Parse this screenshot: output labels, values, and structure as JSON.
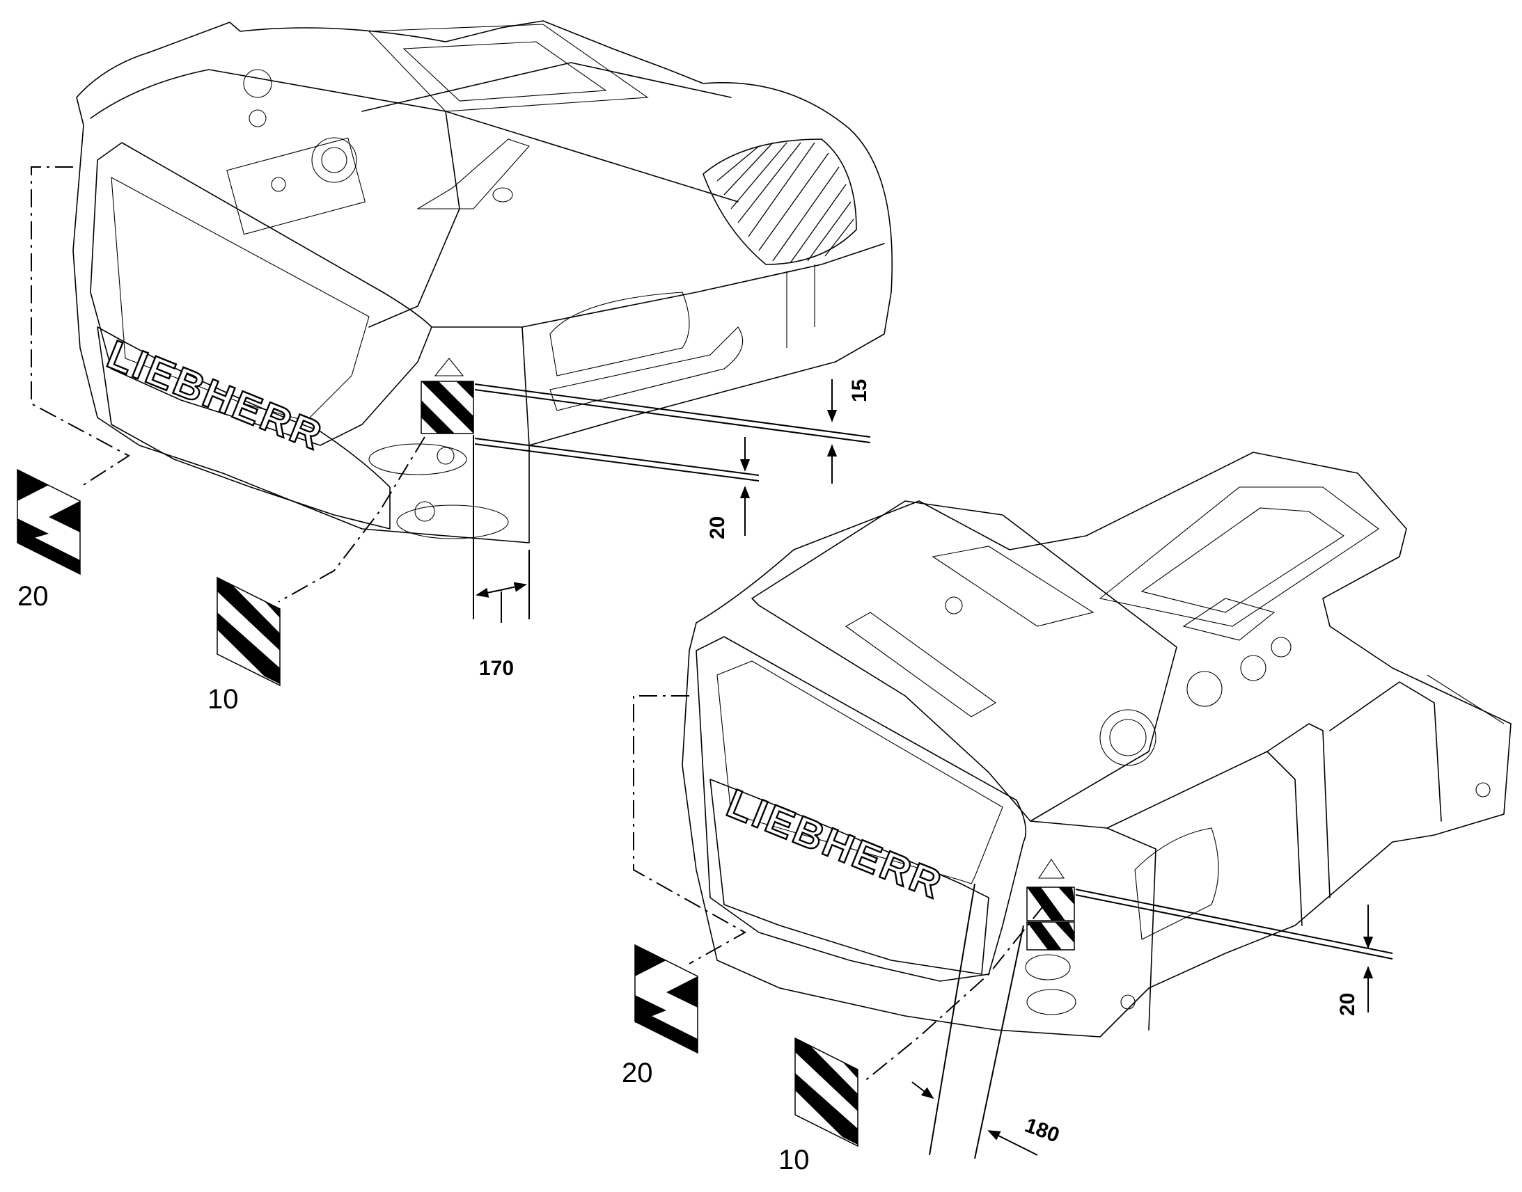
{
  "machine_1": {
    "brand_label": "LIEBHERR",
    "callouts": {
      "diagonal_plate": "10",
      "chevron_plate": "20"
    },
    "dimensions": {
      "vertical_top": "15",
      "vertical_bottom": "20",
      "horizontal": "170"
    }
  },
  "machine_2": {
    "brand_label": "LIEBHERR",
    "callouts": {
      "diagonal_plate": "10",
      "chevron_plate": "20"
    },
    "dimensions": {
      "vertical": "20",
      "oblique": "180"
    }
  },
  "colors": {
    "line": "#000000",
    "background": "#ffffff"
  }
}
